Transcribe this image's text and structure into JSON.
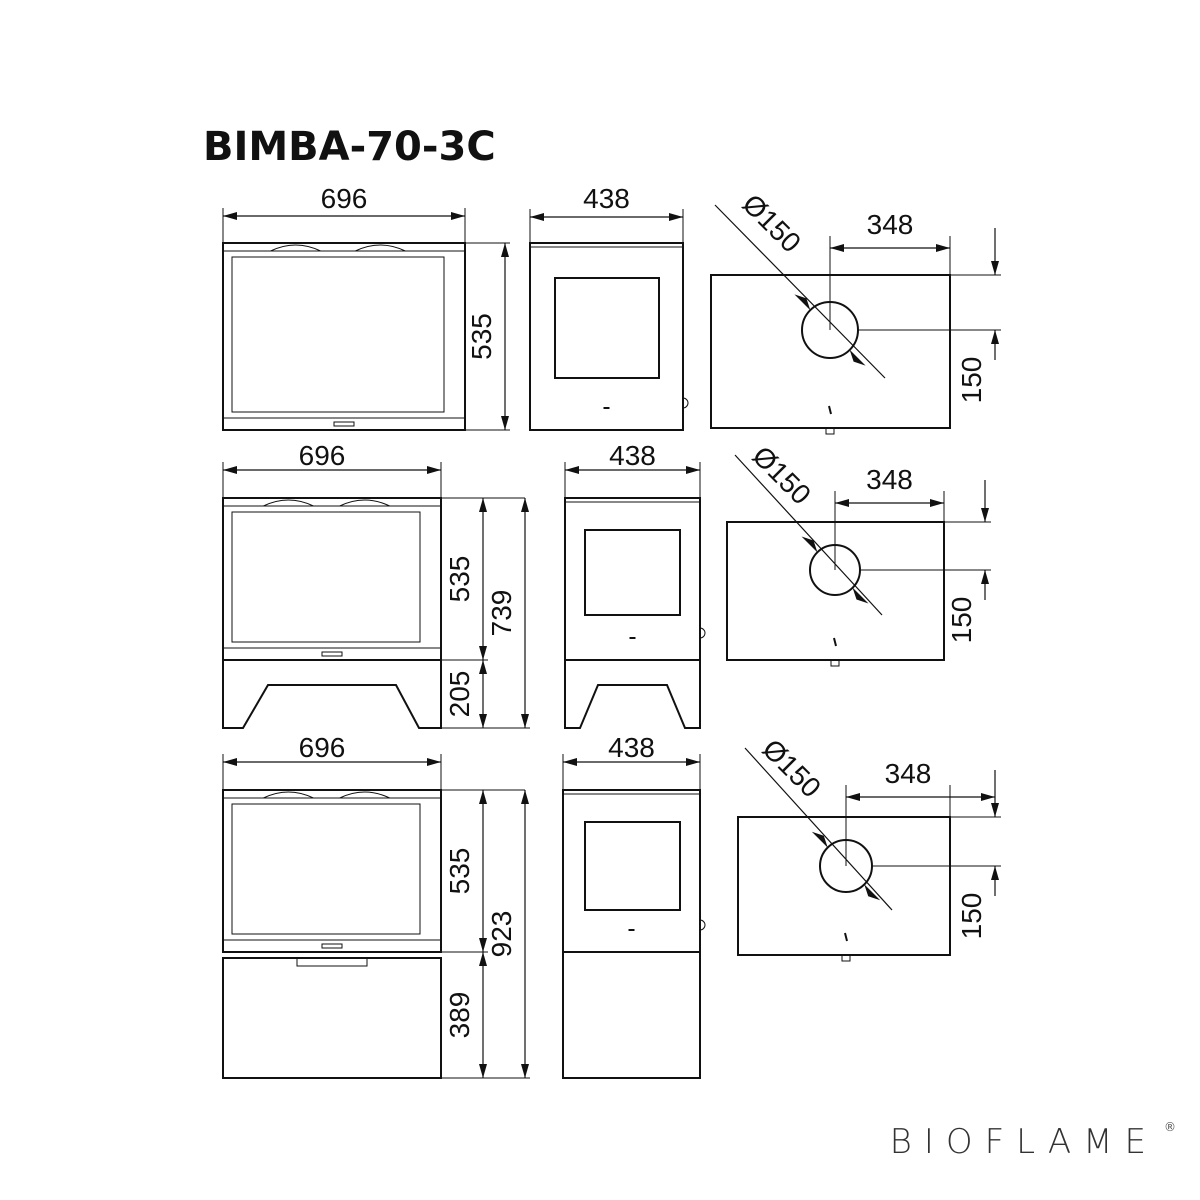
{
  "title": "BIMBA-70-3C",
  "brand": {
    "name": "BIOFLAME",
    "registered": "®"
  },
  "rows": [
    {
      "variant": "wall",
      "width": "696",
      "depth": "438",
      "body_height": "535",
      "flue_diameter": "Ø150",
      "flue_offset_x": "348",
      "flue_offset_y": "150"
    },
    {
      "variant": "legs",
      "width": "696",
      "depth": "438",
      "body_height": "535",
      "base_height": "205",
      "total_height": "739",
      "flue_diameter": "Ø150",
      "flue_offset_x": "348",
      "flue_offset_y": "150"
    },
    {
      "variant": "cabinet",
      "width": "696",
      "depth": "438",
      "body_height": "535",
      "base_height": "389",
      "total_height": "923",
      "flue_diameter": "Ø150",
      "flue_offset_x": "348",
      "flue_offset_y": "150"
    }
  ]
}
